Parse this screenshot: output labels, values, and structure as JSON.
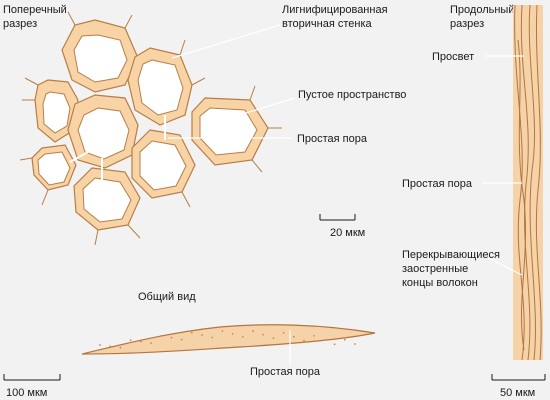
{
  "colors": {
    "background": "#f2f2f2",
    "cell_fill": "#f8d3a6",
    "cell_stroke": "#b87e45",
    "lumen": "#ffffff",
    "fiber_fill": "#f6d2a8",
    "fiber_stroke": "#b2763e",
    "fiber_dot": "#c88c55",
    "leader": "#ffffff",
    "text": "#1a1a1a"
  },
  "labels": {
    "cross_section": [
      "Поперечный",
      "разрез"
    ],
    "lignified_wall": [
      "Лигнифицированная",
      "вторичная стенка"
    ],
    "empty_space": "Пустое пространство",
    "simple_pit_cross": "Простая пора",
    "longitudinal": [
      "Продольный",
      "разрез"
    ],
    "lumen": "Просвет",
    "simple_pit_long": "Простая пора",
    "overlapping_ends": [
      "Перекрывающиеся",
      "заостренные",
      "концы волокон"
    ],
    "general_view": "Общий вид",
    "simple_pit_fiber": "Простая пора"
  },
  "scale_bars": {
    "cross": "20 мкм",
    "general": "100 мкм",
    "longitudinal": "50 мкм"
  }
}
